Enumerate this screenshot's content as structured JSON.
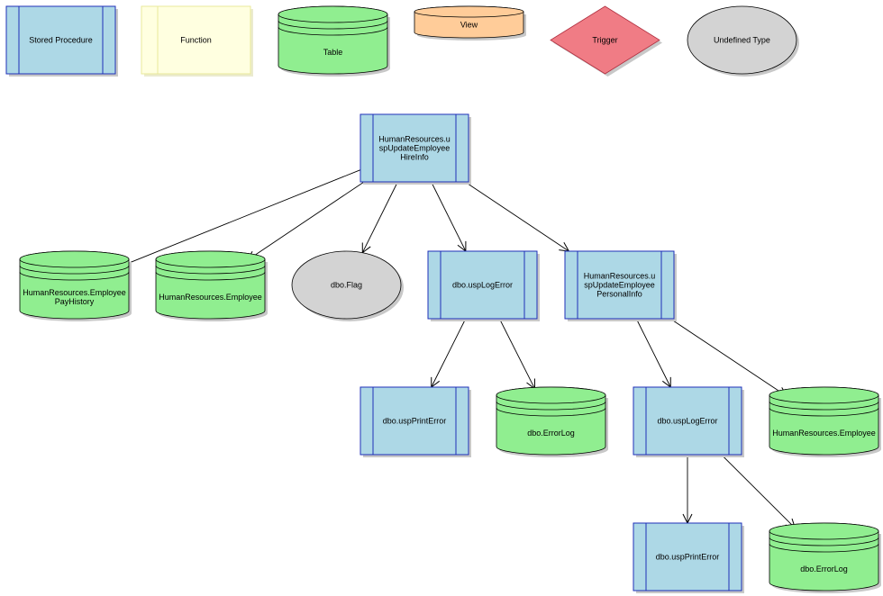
{
  "legend": [
    {
      "kind": "proc",
      "label": "Stored Procedure"
    },
    {
      "kind": "func",
      "label": "Function"
    },
    {
      "kind": "table",
      "label": "Table"
    },
    {
      "kind": "view",
      "label": "View"
    },
    {
      "kind": "trigger",
      "label": "Trigger"
    },
    {
      "kind": "undefined",
      "label": "Undefined Type"
    }
  ],
  "nodes": [
    {
      "id": "root",
      "kind": "proc",
      "lines": [
        "HumanResources.u",
        "spUpdateEmployee",
        "HireInfo"
      ]
    },
    {
      "id": "pay",
      "kind": "table",
      "lines": [
        "HumanResources.Employee",
        "PayHistory"
      ]
    },
    {
      "id": "emp1",
      "kind": "table",
      "lines": [
        "HumanResources.Employee"
      ]
    },
    {
      "id": "flag",
      "kind": "undefined",
      "lines": [
        "dbo.Flag"
      ]
    },
    {
      "id": "log1",
      "kind": "proc",
      "lines": [
        "dbo.uspLogError"
      ]
    },
    {
      "id": "pers",
      "kind": "proc",
      "lines": [
        "HumanResources.u",
        "spUpdateEmployee",
        "PersonalInfo"
      ]
    },
    {
      "id": "print1",
      "kind": "proc",
      "lines": [
        "dbo.uspPrintError"
      ]
    },
    {
      "id": "err1",
      "kind": "table",
      "lines": [
        "dbo.ErrorLog"
      ]
    },
    {
      "id": "log2",
      "kind": "proc",
      "lines": [
        "dbo.uspLogError"
      ]
    },
    {
      "id": "emp2",
      "kind": "table",
      "lines": [
        "HumanResources.Employee"
      ]
    },
    {
      "id": "print2",
      "kind": "proc",
      "lines": [
        "dbo.uspPrintError"
      ]
    },
    {
      "id": "err2",
      "kind": "table",
      "lines": [
        "dbo.ErrorLog"
      ]
    }
  ],
  "edges": [
    {
      "from": "root",
      "to": "pay"
    },
    {
      "from": "root",
      "to": "emp1"
    },
    {
      "from": "root",
      "to": "flag"
    },
    {
      "from": "root",
      "to": "log1"
    },
    {
      "from": "root",
      "to": "pers"
    },
    {
      "from": "log1",
      "to": "print1"
    },
    {
      "from": "log1",
      "to": "err1"
    },
    {
      "from": "pers",
      "to": "log2"
    },
    {
      "from": "pers",
      "to": "emp2"
    },
    {
      "from": "log2",
      "to": "print2"
    },
    {
      "from": "log2",
      "to": "err2"
    }
  ],
  "colors": {
    "proc_fill": "#add8e6",
    "proc_stroke": "#1f2fb8",
    "func_fill": "#ffffe0",
    "func_stroke": "#e8e89a",
    "table_fill": "#90ee90",
    "view_fill": "#ffcc99",
    "trigger_fill": "#f07c85",
    "undefined_fill": "#d3d3d3",
    "edge": "#000000"
  }
}
